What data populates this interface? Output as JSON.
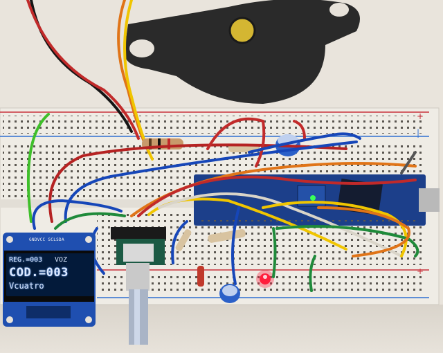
{
  "oled": {
    "header_left": "REG.=003",
    "header_right": "VOZ",
    "main_value": "COD.=003",
    "footer": "Vcuatro",
    "pin_labels": "GNDVCC SCLSDA"
  },
  "colors": {
    "background": "#e7e2da",
    "breadboard": "#efece5",
    "oled_screen": "#031a3a",
    "oled_text": "#dce9ff",
    "pcb_blue": "#1f4fb0",
    "arduino": "#1c3f8a",
    "buzzer": "#2a2a2a",
    "buzzer_sticker": "#d4b632",
    "led_red": "#ff1e3c",
    "rail_red": "#c8303a",
    "rail_blue": "#2f6fd1"
  },
  "icons": [
    "buzzer",
    "breadboard",
    "arduino-nano",
    "oled-display",
    "rotary-encoder",
    "led",
    "capacitor",
    "resistor"
  ]
}
